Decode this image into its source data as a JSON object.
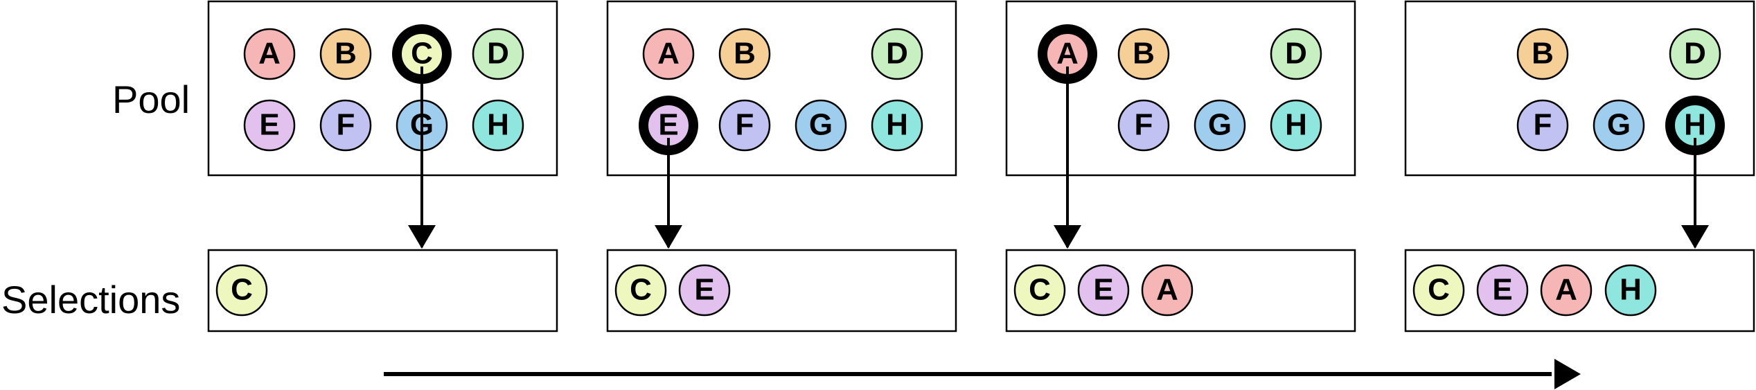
{
  "row_labels": {
    "pool": "Pool",
    "selections": "Selections"
  },
  "colors": {
    "A": "#f7b6b6",
    "B": "#f5cf95",
    "C": "#eef7bd",
    "D": "#c8efc2",
    "E": "#e2c1ef",
    "F": "#c2c2f2",
    "G": "#9fcdee",
    "H": "#8ee6de"
  },
  "pool_layout": [
    [
      "A",
      "B",
      "C",
      "D"
    ],
    [
      "E",
      "F",
      "G",
      "H"
    ]
  ],
  "steps": [
    {
      "pool": [
        "A",
        "B",
        "C",
        "D",
        "E",
        "F",
        "G",
        "H"
      ],
      "picked": "C",
      "selections": [
        "C"
      ]
    },
    {
      "pool": [
        "A",
        "B",
        "D",
        "E",
        "F",
        "G",
        "H"
      ],
      "picked": "E",
      "selections": [
        "C",
        "E"
      ]
    },
    {
      "pool": [
        "A",
        "B",
        "D",
        "F",
        "G",
        "H"
      ],
      "picked": "A",
      "selections": [
        "C",
        "E",
        "A"
      ]
    },
    {
      "pool": [
        "B",
        "D",
        "F",
        "G",
        "H"
      ],
      "picked": "H",
      "selections": [
        "C",
        "E",
        "A",
        "H"
      ]
    }
  ]
}
